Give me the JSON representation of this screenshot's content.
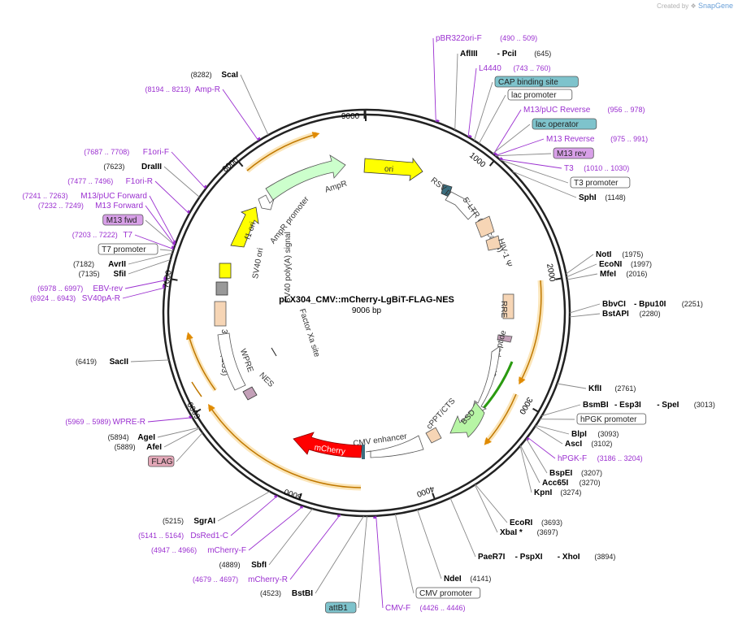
{
  "header": {
    "credit_prefix": "Created by",
    "credit_brand": "SnapGene"
  },
  "plasmid": {
    "name": "pLX304_CMV::mCherry-LgBiT-FLAG-NES",
    "size_label": "9006 bp",
    "length": 9006
  },
  "colors": {
    "backbone": "#222222",
    "primer": "#9b30d0",
    "site": "#000000",
    "pos": "#333333",
    "feature_blue": "#7ec3cc",
    "feature_pink": "#e4a8b8",
    "feature_purple": "#d8a0e8",
    "ori": "#ffff00",
    "ampr": "#ccffcc",
    "mcherry": "#ff0000",
    "ltr": "#f6d5b5",
    "orf": "#f5a623",
    "bsd": "#b7f5a5",
    "gray": "#999999"
  },
  "ticks": [
    {
      "label": "9000",
      "pos": 9000
    },
    {
      "label": "1000",
      "pos": 1000
    },
    {
      "label": "2000",
      "pos": 2000
    },
    {
      "label": "3000",
      "pos": 3000
    },
    {
      "label": "4000",
      "pos": 4000
    },
    {
      "label": "5000",
      "pos": 5000
    },
    {
      "label": "6000",
      "pos": 6000
    },
    {
      "label": "7000",
      "pos": 7000
    },
    {
      "label": "8000",
      "pos": 8000
    }
  ],
  "labels": [
    {
      "id": "pbr322ori",
      "kind": "primer",
      "name": "pBR322ori-F",
      "coord": "(490 .. 509)",
      "pos": 499
    },
    {
      "id": "afliii",
      "kind": "site",
      "name": "AflIII",
      "name2": "PciI",
      "coord": "(645)",
      "pos": 645
    },
    {
      "id": "l4440",
      "kind": "primer",
      "name": "L4440",
      "coord": "(743 .. 760)",
      "pos": 751
    },
    {
      "id": "capsite",
      "kind": "feat_blue",
      "name": "CAP binding site",
      "pos": 800
    },
    {
      "id": "lacprom",
      "kind": "feat_white",
      "name": "lac promoter",
      "pos": 840
    },
    {
      "id": "m13puc",
      "kind": "primer",
      "name": "M13/pUC Reverse",
      "coord": "(956 .. 978)",
      "pos": 967
    },
    {
      "id": "lacop",
      "kind": "feat_blue",
      "name": "lac operator",
      "pos": 960
    },
    {
      "id": "m13rev",
      "kind": "primer",
      "name": "M13 Reverse",
      "coord": "(975 .. 991)",
      "pos": 983
    },
    {
      "id": "m13revbox",
      "kind": "feat_purple",
      "name": "M13 rev",
      "pos": 985
    },
    {
      "id": "t3",
      "kind": "primer",
      "name": "T3",
      "coord": "(1010 .. 1030)",
      "pos": 1020
    },
    {
      "id": "t3prom",
      "kind": "feat_white",
      "name": "T3 promoter",
      "pos": 1030
    },
    {
      "id": "sphi",
      "kind": "site",
      "name": "SphI",
      "coord": "(1148)",
      "pos": 1148
    },
    {
      "id": "noti",
      "kind": "site",
      "name": "NotI",
      "coord": "(1975)",
      "pos": 1975
    },
    {
      "id": "econi",
      "kind": "site",
      "name": "EcoNI",
      "coord": "(1997)",
      "pos": 1997
    },
    {
      "id": "mfei",
      "kind": "site",
      "name": "MfeI",
      "coord": "(2016)",
      "pos": 2016
    },
    {
      "id": "bbvci",
      "kind": "site",
      "name": "BbvCI",
      "name2": "Bpu10I",
      "coord": "(2251)",
      "pos": 2251
    },
    {
      "id": "bstapi",
      "kind": "site",
      "name": "BstAPI",
      "coord": "(2280)",
      "pos": 2280
    },
    {
      "id": "kfli",
      "kind": "site",
      "name": "KflI",
      "coord": "(2761)",
      "pos": 2761
    },
    {
      "id": "bsmbi",
      "kind": "site",
      "name": "BsmBI",
      "name2": "Esp3I",
      "name3": "SpeI",
      "coord": "(3013)",
      "pos": 3013
    },
    {
      "id": "hpgkprom",
      "kind": "feat_white",
      "name": "hPGK promoter",
      "pos": 3040
    },
    {
      "id": "blpi",
      "kind": "site",
      "name": "BlpI",
      "coord": "(3093)",
      "pos": 3093
    },
    {
      "id": "asci",
      "kind": "site",
      "name": "AscI",
      "coord": "(3102)",
      "pos": 3102
    },
    {
      "id": "hpgkf",
      "kind": "primer",
      "name": "hPGK-F",
      "coord": "(3186 .. 3204)",
      "pos": 3195
    },
    {
      "id": "bspei",
      "kind": "site",
      "name": "BspEI",
      "coord": "(3207)",
      "pos": 3207
    },
    {
      "id": "acc65i",
      "kind": "site",
      "name": "Acc65I",
      "coord": "(3270)",
      "pos": 3270
    },
    {
      "id": "kpni",
      "kind": "site",
      "name": "KpnI",
      "coord": "(3274)",
      "pos": 3274
    },
    {
      "id": "ecori",
      "kind": "site",
      "name": "EcoRI",
      "coord": "(3693)",
      "pos": 3693
    },
    {
      "id": "xbai",
      "kind": "site",
      "name": "XbaI *",
      "coord": "(3697)",
      "pos": 3697
    },
    {
      "id": "paer7i",
      "kind": "site",
      "name": "PaeR7I",
      "name2": "PspXI",
      "name3": "XhoI",
      "coord": "(3894)",
      "pos": 3894
    },
    {
      "id": "ndei",
      "kind": "site",
      "name": "NdeI",
      "coord": "(4141)",
      "pos": 4141
    },
    {
      "id": "cmvprom",
      "kind": "feat_white",
      "name": "CMV promoter",
      "pos": 4300
    },
    {
      "id": "cmvf",
      "kind": "primer",
      "name": "CMV-F",
      "coord": "(4426 .. 4446)",
      "pos": 4436
    },
    {
      "id": "attb1",
      "kind": "feat_blue",
      "name": "attB1",
      "pos": 4500
    },
    {
      "id": "bstbi",
      "kind": "site",
      "name": "BstBI",
      "coord": "(4523)",
      "pos": 4523
    },
    {
      "id": "mcherryr",
      "kind": "primer",
      "name": "mCherry-R",
      "coord": "(4679 .. 4697)",
      "pos": 4688
    },
    {
      "id": "sbfi",
      "kind": "site",
      "name": "SbfI",
      "coord": "(4889)",
      "pos": 4889
    },
    {
      "id": "mcherryf",
      "kind": "primer",
      "name": "mCherry-F",
      "coord": "(4947 .. 4966)",
      "pos": 4956
    },
    {
      "id": "dsred",
      "kind": "primer",
      "name": "DsRed1-C",
      "coord": "(5141 .. 5164)",
      "pos": 5152
    },
    {
      "id": "sgrai",
      "kind": "site",
      "name": "SgrAI",
      "coord": "(5215)",
      "pos": 5215
    },
    {
      "id": "flag",
      "kind": "feat_pink",
      "name": "FLAG",
      "pos": 5850
    },
    {
      "id": "afei",
      "kind": "site",
      "name": "AfeI",
      "coord": "(5889)",
      "pos": 5889
    },
    {
      "id": "agei",
      "kind": "site",
      "name": "AgeI",
      "coord": "(5894)",
      "pos": 5894
    },
    {
      "id": "wprer",
      "kind": "primer",
      "name": "WPRE-R",
      "coord": "(5969 .. 5989)",
      "pos": 5979
    },
    {
      "id": "sacii",
      "kind": "site",
      "name": "SacII",
      "coord": "(6419)",
      "pos": 6419
    },
    {
      "id": "sv40pa",
      "kind": "primer",
      "name": "SV40pA-R",
      "coord": "(6924 .. 6943)",
      "pos": 6933
    },
    {
      "id": "ebvrev",
      "kind": "primer",
      "name": "EBV-rev",
      "coord": "(6978 .. 6997)",
      "pos": 6987
    },
    {
      "id": "sfii",
      "kind": "site",
      "name": "SfiI",
      "coord": "(7135)",
      "pos": 7135
    },
    {
      "id": "avrii",
      "kind": "site",
      "name": "AvrII",
      "coord": "(7182)",
      "pos": 7182
    },
    {
      "id": "t7prom",
      "kind": "feat_white",
      "name": "T7 promoter",
      "pos": 7200
    },
    {
      "id": "t7",
      "kind": "primer",
      "name": "T7",
      "coord": "(7203 .. 7222)",
      "pos": 7212
    },
    {
      "id": "m13fwd",
      "kind": "feat_purple",
      "name": "M13 fwd",
      "pos": 7240
    },
    {
      "id": "m13forward",
      "kind": "primer",
      "name": "M13 Forward",
      "coord": "(7232 .. 7249)",
      "pos": 7240
    },
    {
      "id": "m13pucf",
      "kind": "primer",
      "name": "M13/pUC Forward",
      "coord": "(7241 .. 7263)",
      "pos": 7252
    },
    {
      "id": "f1orir",
      "kind": "primer",
      "name": "F1ori-R",
      "coord": "(7477 .. 7496)",
      "pos": 7486
    },
    {
      "id": "draiii",
      "kind": "site",
      "name": "DraIII",
      "coord": "(7623)",
      "pos": 7623
    },
    {
      "id": "f1orif",
      "kind": "primer",
      "name": "F1ori-F",
      "coord": "(7687 .. 7708)",
      "pos": 7697
    },
    {
      "id": "ampr",
      "kind": "primer",
      "name": "Amp-R",
      "coord": "(8194 .. 8213)",
      "pos": 8203
    },
    {
      "id": "scai",
      "kind": "site",
      "name": "ScaI",
      "coord": "(8282)",
      "pos": 8282
    }
  ],
  "features": [
    {
      "id": "ori",
      "name": "ori",
      "pos": 1000
    },
    {
      "id": "ampr_arrow",
      "name": "AmpR",
      "pos": 8600
    },
    {
      "id": "ampr_prom",
      "name": "AmpR promoter",
      "pos": 8050
    },
    {
      "id": "f1ori",
      "name": "f1 ori",
      "pos": 7700
    },
    {
      "id": "sv40ori",
      "name": "SV40 ori",
      "pos": 7300
    },
    {
      "id": "sv40pa",
      "name": "SV40 poly(A) signal",
      "pos": 7000
    },
    {
      "id": "ltr3",
      "name": "3' LTR (ΔU3)",
      "pos": 6700
    },
    {
      "id": "wpre",
      "name": "WPRE",
      "pos": 6200
    },
    {
      "id": "nes",
      "name": "NES",
      "pos": 5900
    },
    {
      "id": "factorxa",
      "name": "Factor Xa site",
      "pos": 6950
    },
    {
      "id": "rsv",
      "name": "RSV promoter",
      "pos": 1200
    },
    {
      "id": "ltr5",
      "name": "5' LTR (truncated)",
      "pos": 1400
    },
    {
      "id": "hiv",
      "name": "HIV-1 Ψ",
      "pos": 1700
    },
    {
      "id": "rre",
      "name": "RRE",
      "pos": 2300
    },
    {
      "id": "gp41",
      "name": "gp41 peptide",
      "pos": 2800
    },
    {
      "id": "bsd",
      "name": "BSD",
      "pos": 3350
    },
    {
      "id": "cppt",
      "name": "cPPT/CTS",
      "pos": 3700
    },
    {
      "id": "cmvenh",
      "name": "CMV enhancer",
      "pos": 4100
    },
    {
      "id": "mcherry",
      "name": "mCherry",
      "pos": 4900
    }
  ]
}
